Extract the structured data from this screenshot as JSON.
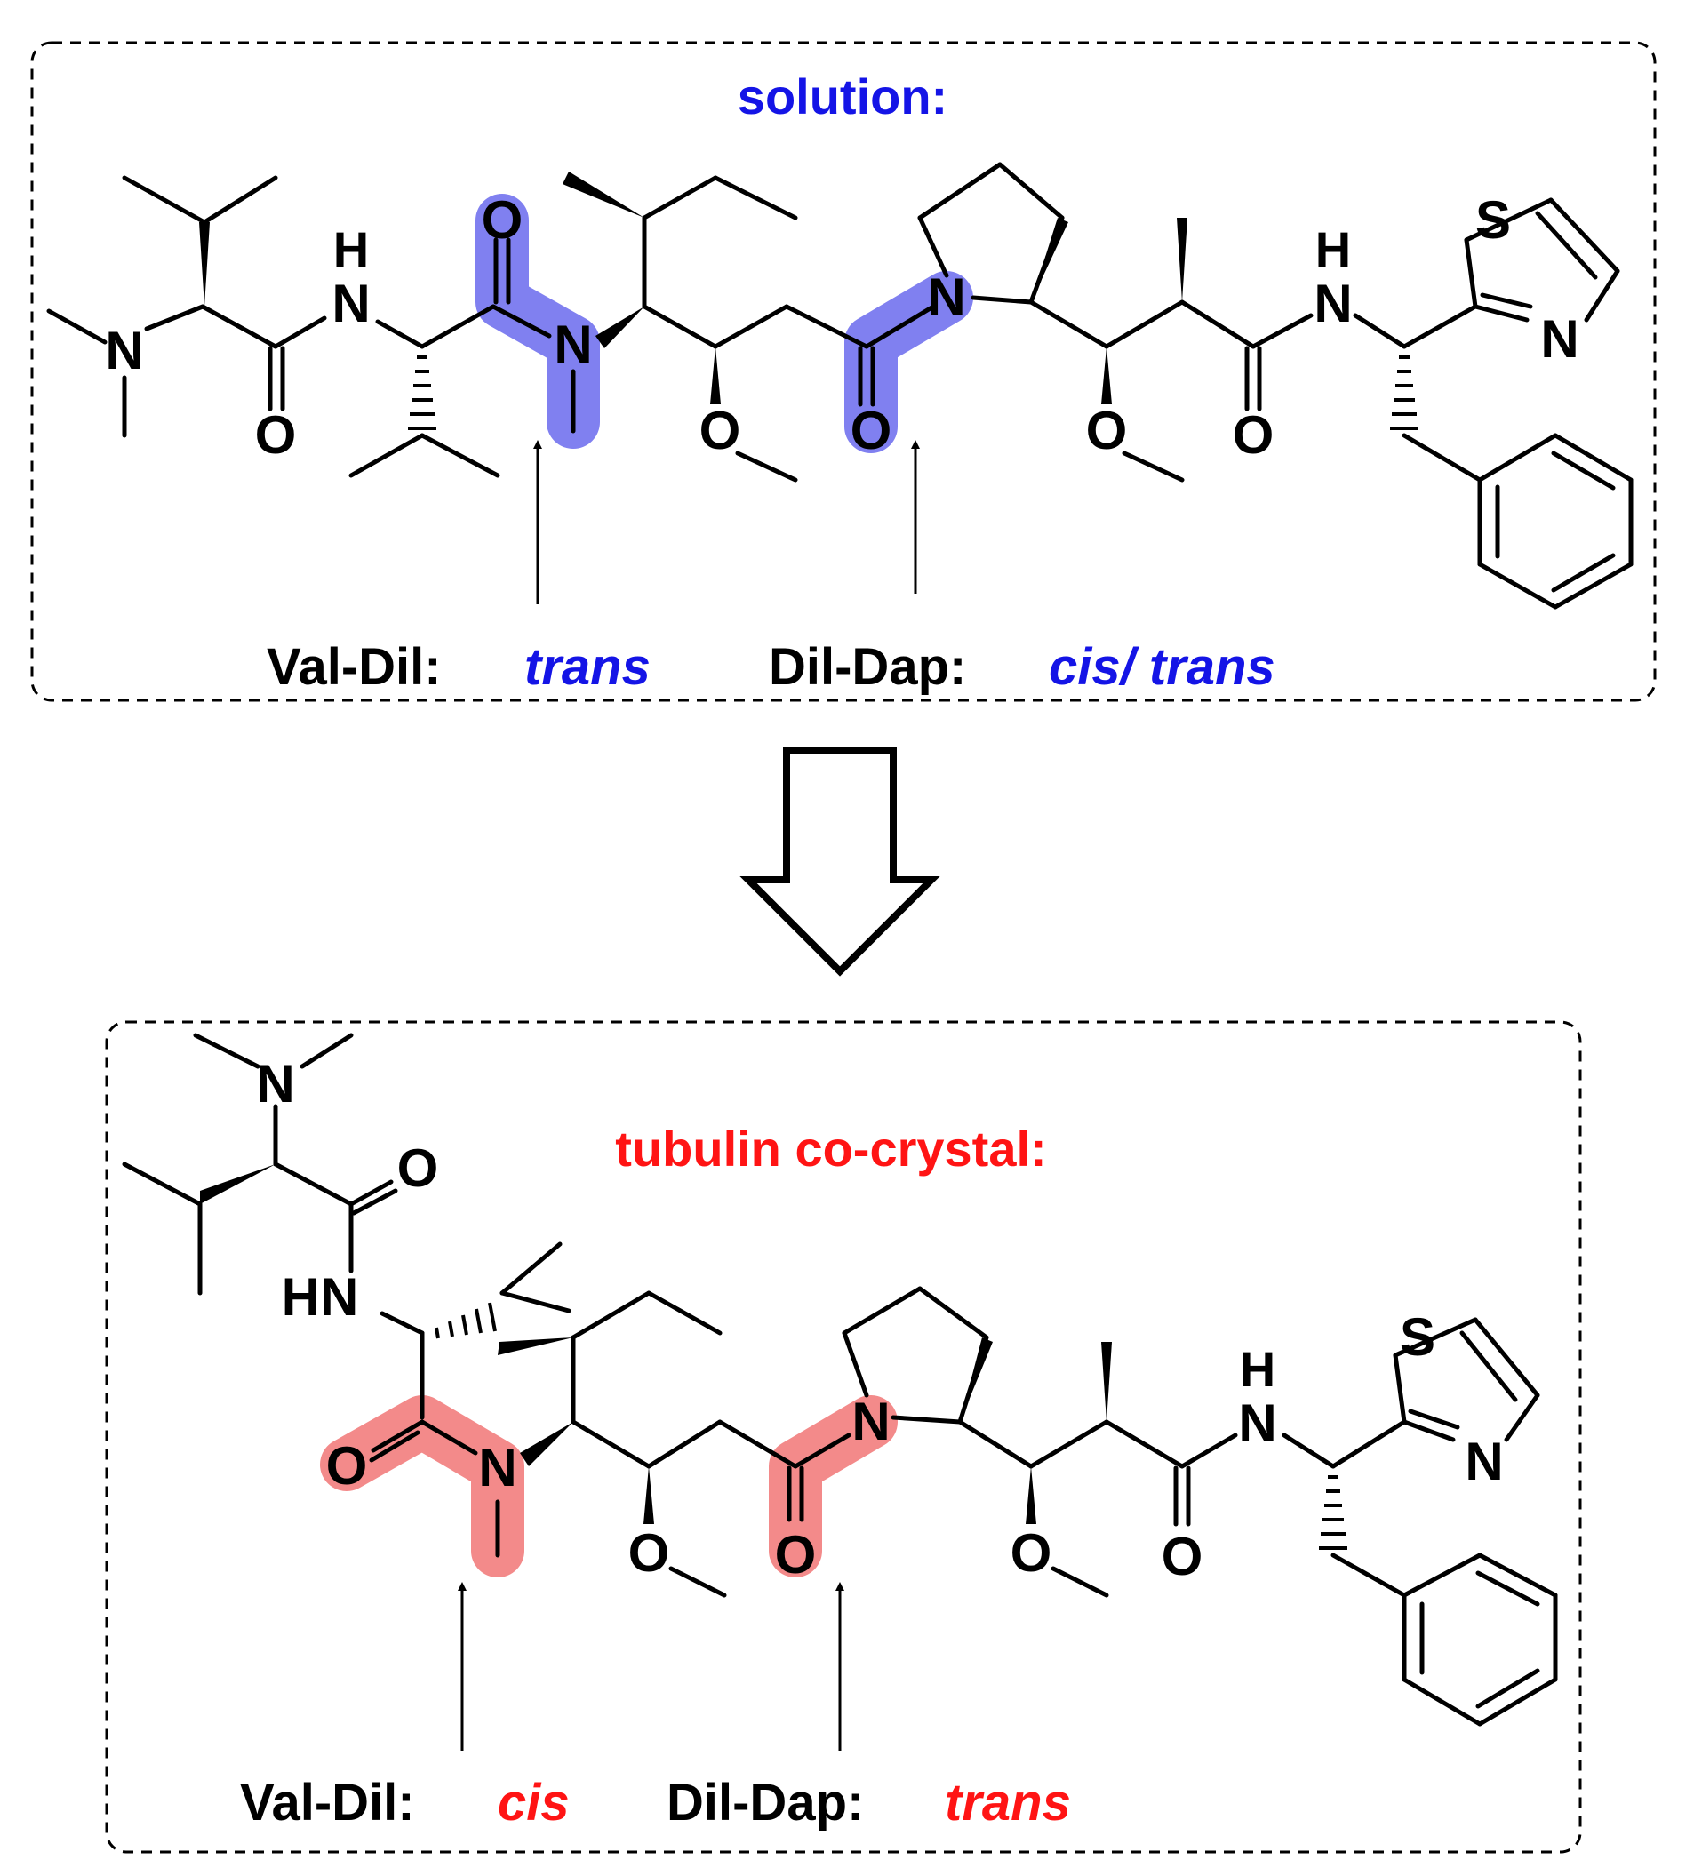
{
  "colors": {
    "solution_accent": "#1414e6",
    "solution_highlight": "#8080f0",
    "crystal_accent": "#ff1414",
    "crystal_highlight": "#f38a8a",
    "frame_dash": "#000000"
  },
  "panels": {
    "solution": {
      "title": "solution:",
      "val_dil_label": "Val-Dil:",
      "val_dil_conf": "trans",
      "dil_dap_label": "Dil-Dap:",
      "dil_dap_conf": "cis/ trans"
    },
    "crystal": {
      "title": "tubulin co-crystal:",
      "val_dil_label": "Val-Dil:",
      "val_dil_conf": "cis",
      "dil_dap_label": "Dil-Dap:",
      "dil_dap_conf": "trans"
    }
  },
  "atoms": {
    "N": "N",
    "O": "O",
    "S": "S",
    "H": "H",
    "HN": "HN"
  }
}
